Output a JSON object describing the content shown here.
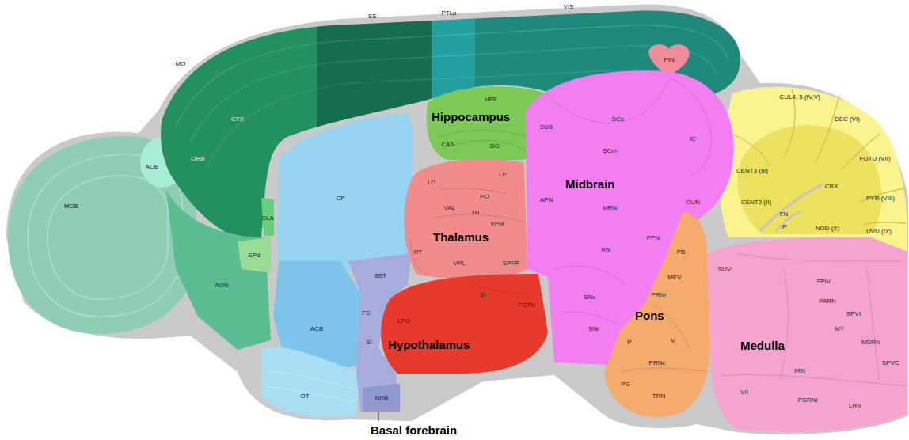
{
  "diagram": {
    "nodes": [
      {
        "text": [
          "Hippocampus"
        ]
      },
      {
        "text": [
          "Thalamus"
        ]
      },
      {
        "text": [
          "Midbrain"
        ]
      },
      {
        "text": [
          "Hypothalamus"
        ]
      },
      {
        "text": [
          "Pons"
        ]
      },
      {
        "text": [
          "Medulla"
        ]
      }
    ],
    "labels": [
      "MO",
      "SS",
      "PTLp",
      "VIS",
      "CTX",
      "ORB",
      "PIN",
      "MOB",
      "AOB",
      "AON",
      "CLA",
      "EPd",
      "CP",
      "ACB",
      "OT",
      "BST",
      "FS",
      "SI",
      "NDB",
      "HPF",
      "CA3",
      "DG",
      "SUB",
      "LD",
      "LP",
      "PO",
      "VAL",
      "TH",
      "VPM",
      "RT",
      "VPL",
      "SPFP",
      "ZI",
      "PSTN",
      "LPO",
      "SCs",
      "SCm",
      "IC",
      "APN",
      "MRN",
      "CUN",
      "RN",
      "PPN",
      "SNc",
      "SNr",
      "CUL4, 5 (IV,V)",
      "DEC (VI)",
      "FOTU (VII)",
      "PYR (VIII)",
      "UVU (IX)",
      "NOD (X)",
      "CENT3 (III)",
      "CENT2 (II)",
      "CBX",
      "FN",
      "IP",
      "PB",
      "MEV",
      "PRNr",
      "P",
      "V",
      "PRNc",
      "PG",
      "TRN",
      "SUV",
      "SPIV",
      "PARN",
      "SPVI",
      "MY",
      "MDRN",
      "SPVC",
      "IRN",
      "VII",
      "PGRNl",
      "LRN",
      "Basal forebrain"
    ]
  }
}
